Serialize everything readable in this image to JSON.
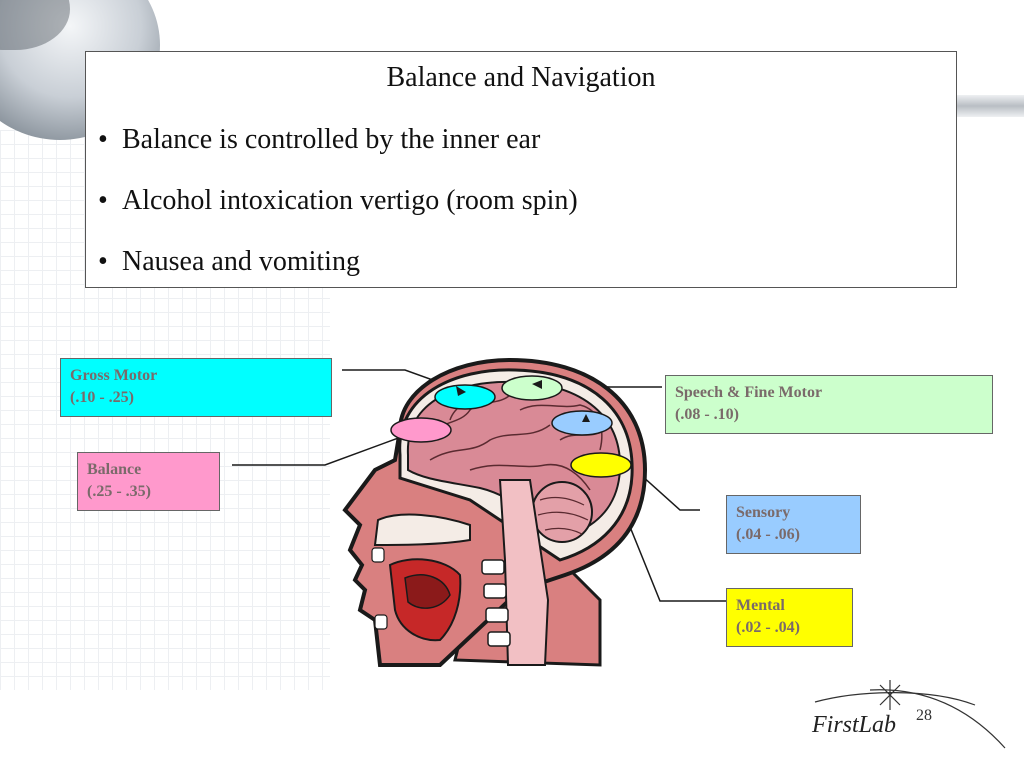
{
  "slide": {
    "title": "Balance and Navigation",
    "bullets": [
      "Balance is controlled by the inner ear",
      "Alcohol intoxication vertigo (room spin)",
      "Nausea and vomiting"
    ],
    "page_number": "28",
    "logo_text": "FirstLab"
  },
  "labels": [
    {
      "name": "Gross Motor",
      "range": "(.10 - .25)",
      "color": "#00ffff"
    },
    {
      "name": "Speech & Fine Motor",
      "range": "(.08 - .10)",
      "color": "#ccffcc"
    },
    {
      "name": "Balance",
      "range": "(.25 - .35)",
      "color": "#ff99cc"
    },
    {
      "name": "Sensory",
      "range": "(.04 - .06)",
      "color": "#99ccff"
    },
    {
      "name": "Mental",
      "range": "(.02 - .04)",
      "color": "#ffff00"
    }
  ],
  "colors": {
    "skin": "#d98080",
    "brain": "#d98a96",
    "outline": "#1a1a1a"
  }
}
